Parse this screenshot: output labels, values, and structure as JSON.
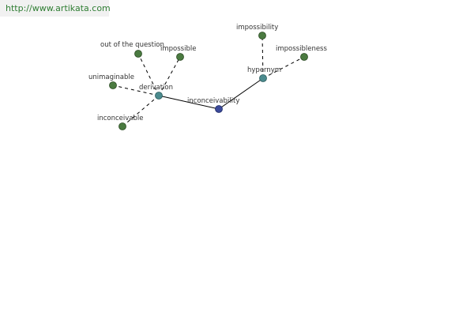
{
  "source_url": "http://www.artikata.com",
  "colors": {
    "leaf_node": "#4a7a40",
    "relation_node": "#4b8b8e",
    "center_node": "#3b4a9a",
    "edge": "#000000"
  },
  "nodes": {
    "center": "inconceivability",
    "derivation": "derivation",
    "hypernym": "hypernym",
    "out_of_the_question": "out of the question",
    "impossible": "impossible",
    "unimaginable": "unimaginable",
    "inconceivable": "inconceivable",
    "impossibility": "impossibility",
    "impossibleness": "impossibleness"
  }
}
